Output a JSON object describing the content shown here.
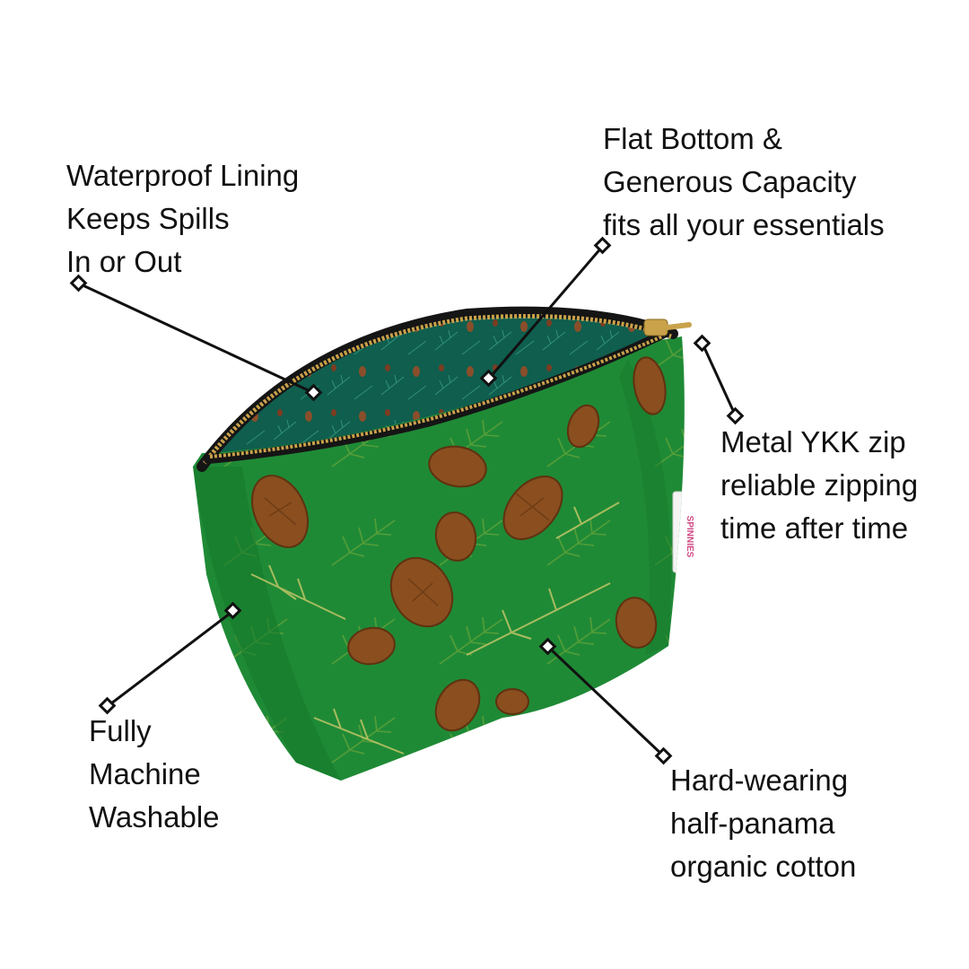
{
  "callouts": {
    "lining": {
      "lines": [
        "Waterproof Lining",
        "Keeps Spills",
        "In or Out"
      ]
    },
    "bottom": {
      "lines": [
        "Flat Bottom &",
        "Generous Capacity",
        "fits all your essentials"
      ]
    },
    "zip": {
      "lines": [
        "Metal YKK zip",
        "reliable zipping",
        "time after time"
      ]
    },
    "wash": {
      "lines": [
        "Fully",
        "Machine",
        "Washable"
      ]
    },
    "cotton": {
      "lines": [
        "Hard-wearing",
        "half-panama",
        "organic cotton"
      ]
    }
  },
  "brand_tag": {
    "text": "SPINNIES"
  },
  "colors": {
    "fabric_green": "#1f8a36",
    "fabric_dark": "#167a2c",
    "lining_teal": "#0f5e4e",
    "zip_gold": "#c9a24a",
    "zip_tape": "#151515",
    "pinecone": "#8a4e1f",
    "callout_line": "#111111"
  }
}
